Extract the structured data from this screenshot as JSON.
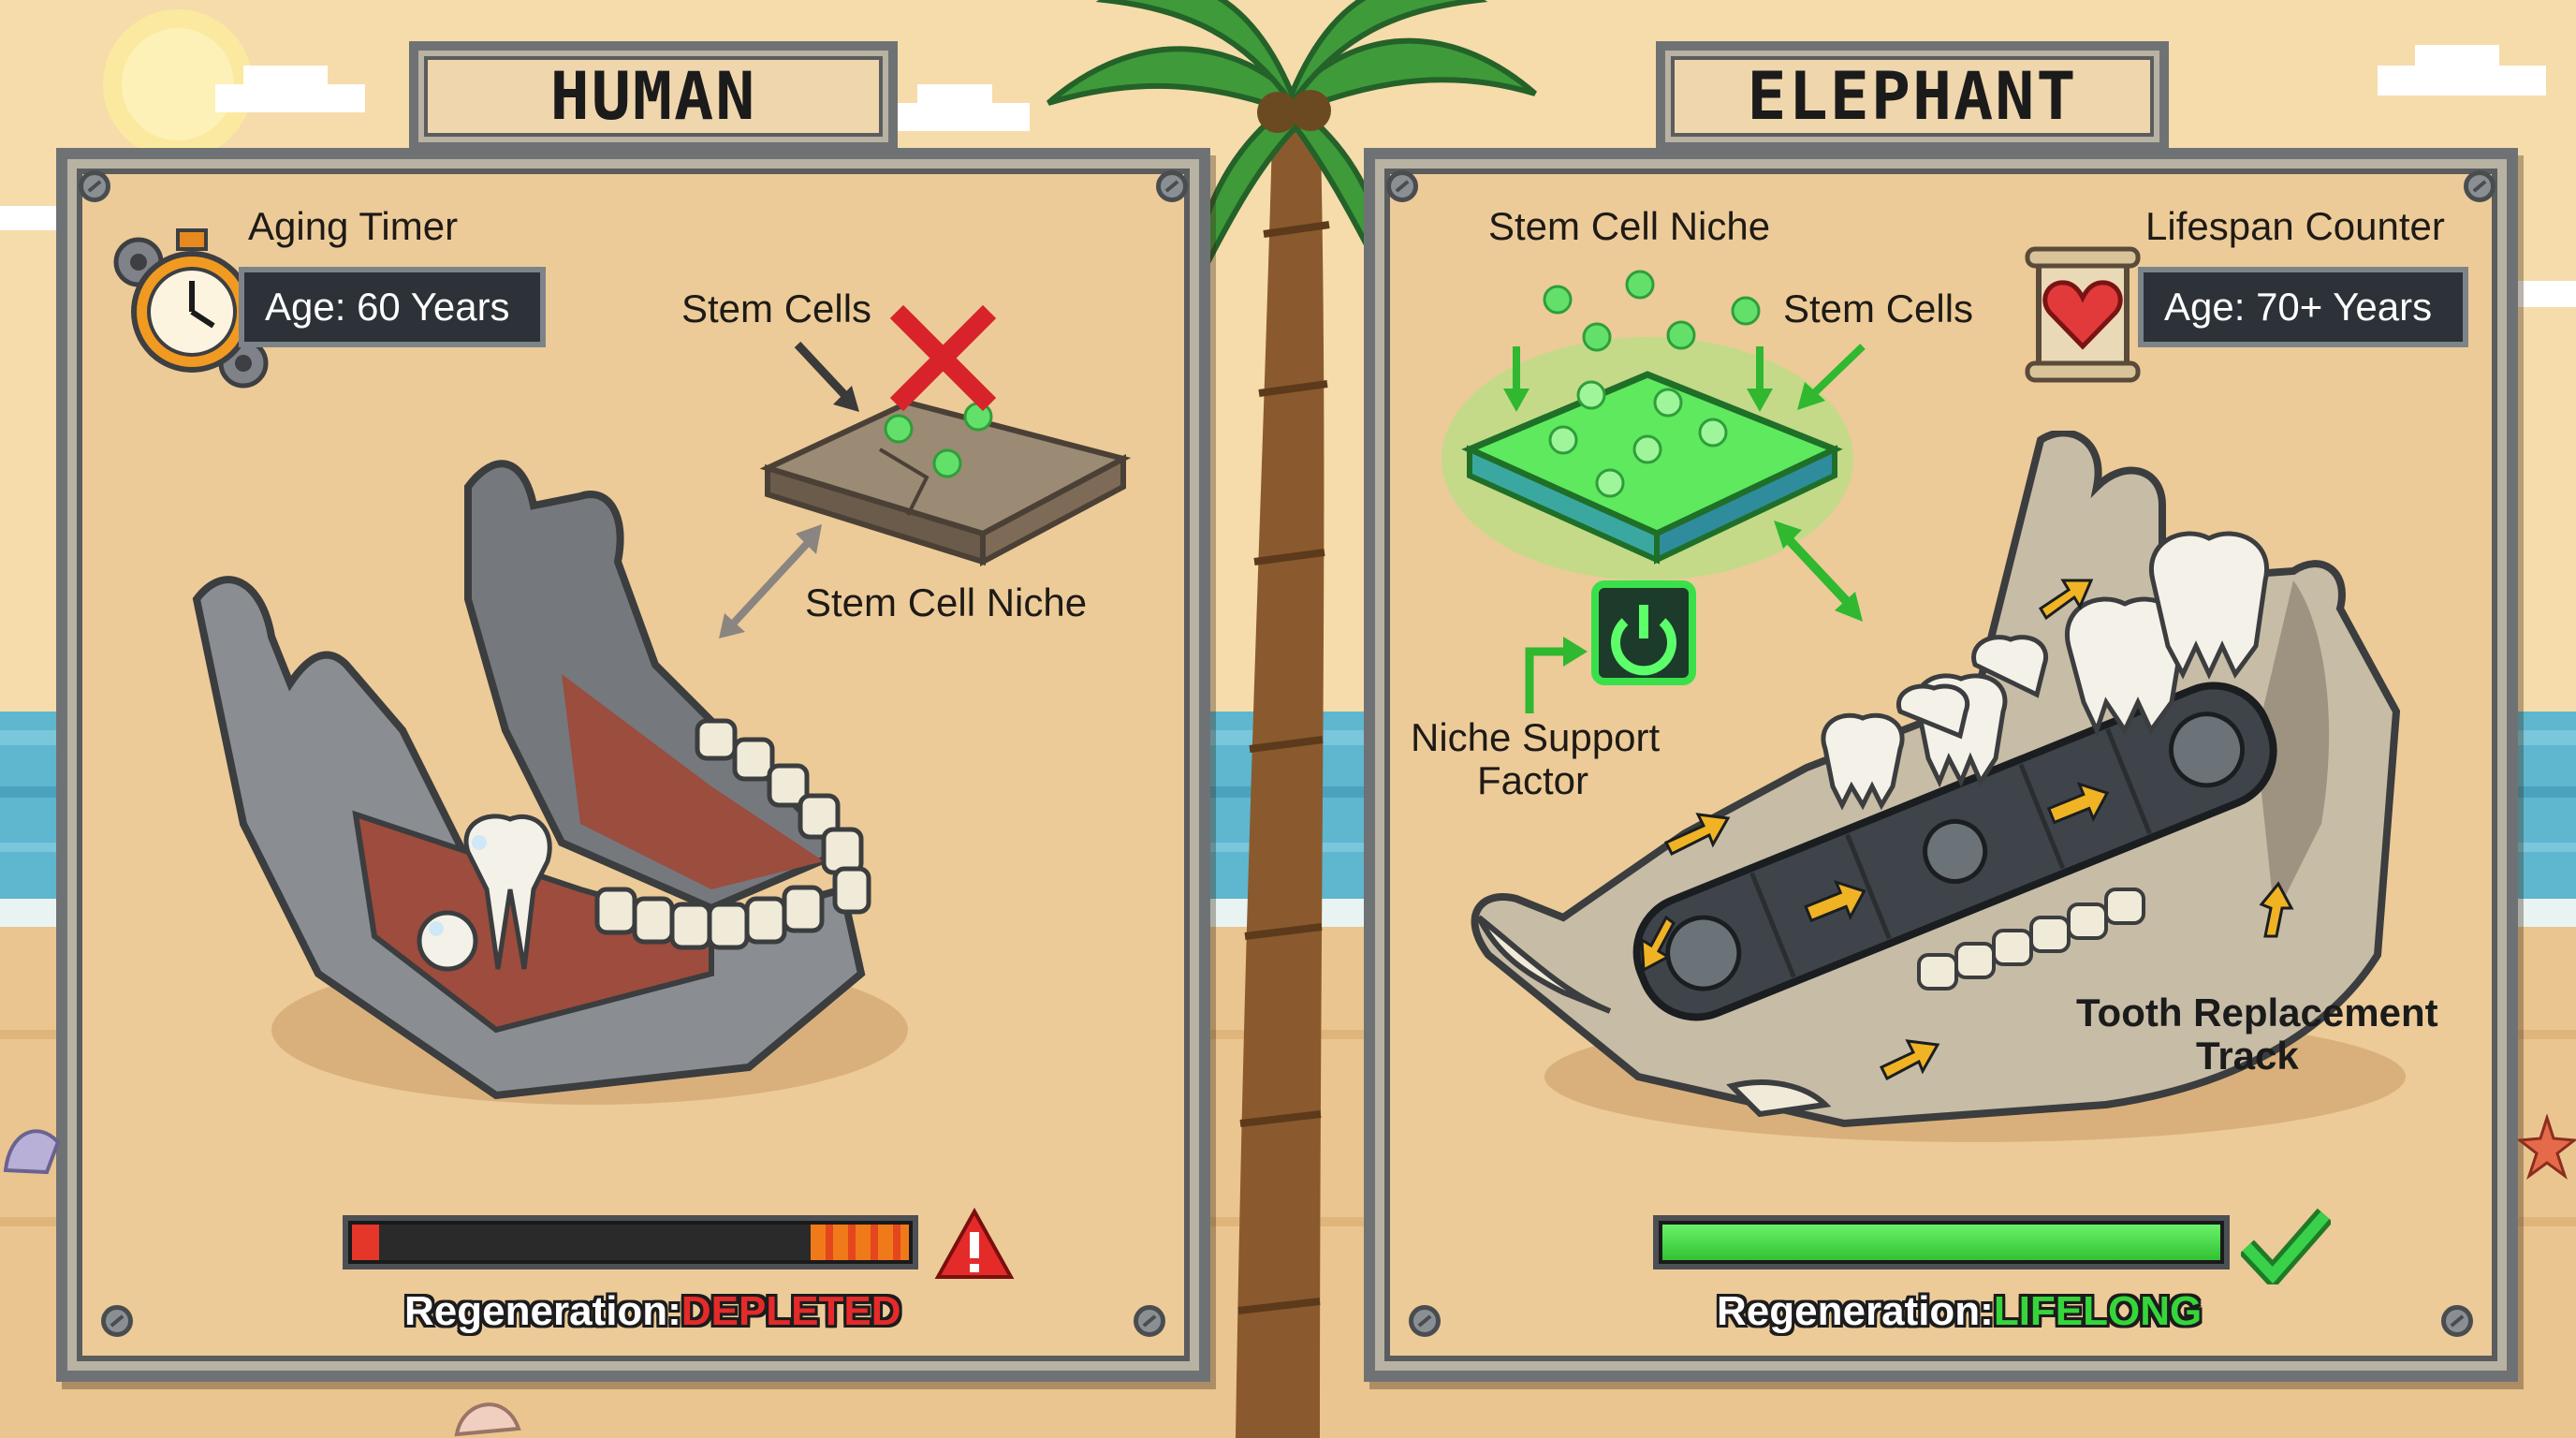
{
  "colors": {
    "sky": "#f5d9a6",
    "sea": "#5bb4cf",
    "sand": "#e9c38e",
    "panel_bg": "#eccb98",
    "frame": "#6f7275",
    "depleted_red": "#e52a2a",
    "lifelong_green": "#35d63a"
  },
  "left_panel": {
    "title": "HUMAN",
    "timer_label": "Aging Timer",
    "age_text": "Age: 60 Years",
    "stem_cells_label": "Stem Cells",
    "niche_label": "Stem Cell Niche",
    "regen_prefix": "Regeneration:",
    "regen_status": "DEPLETED",
    "regen_level": 0.08,
    "warning_icon": "warning-triangle"
  },
  "right_panel": {
    "title": "ELEPHANT",
    "niche_label": "Stem Cell Niche",
    "lifespan_label": "Lifespan Counter",
    "age_text": "Age: 70+ Years",
    "stem_cells_label": "Stem Cells",
    "support_label_line1": "Niche Support",
    "support_label_line2": "Factor",
    "track_label_line1": "Tooth Replacement",
    "track_label_line2": "Track",
    "regen_prefix": "Regeneration:",
    "regen_status": "LIFELONG",
    "regen_level": 1.0,
    "check_icon": "checkmark"
  }
}
